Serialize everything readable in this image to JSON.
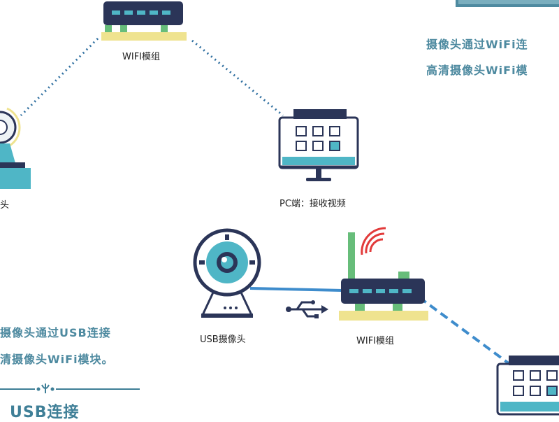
{
  "colors": {
    "navy": "#2b3558",
    "teal": "#4fb6c6",
    "green": "#67bd7a",
    "yellow": "#efe38f",
    "wifi_red": "#e23b3b",
    "link_dotted": "#2f6fa0",
    "link_usb": "#3e8ccc",
    "text_desc": "#4e8aa0",
    "heading": "#3f7f97"
  },
  "nodes": {
    "wifi_module_top": "WIFI模组",
    "camera_left": "头",
    "pc": "PC端：接收视频",
    "usb_camera": "USB摄像头",
    "wifi_module_bottom": "WIFI模组"
  },
  "text": {
    "top_desc_line1": "摄像头通过WiFi连",
    "top_desc_line2": "高清摄像头WiFi模",
    "bottom_desc_line1": "摄像头通过USB连接",
    "bottom_desc_line2": "清摄像头WiFi模块。",
    "bottom_heading": "USB连接"
  }
}
